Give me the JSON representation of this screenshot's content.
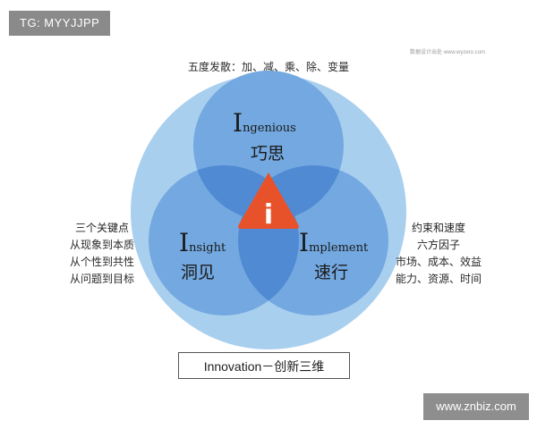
{
  "watermark_tag": "TG: MYYJJPP",
  "watermark_site": "www.znbiz.com",
  "source_credit": "数据设计出处 www.wyzero.com",
  "top_caption": "五度发散：加、减、乘、除、变量",
  "center_icon": {
    "letter": "i",
    "color": "#e8522b"
  },
  "circles": {
    "top": {
      "initial": "I",
      "rest": "ngenious",
      "chinese": "巧思"
    },
    "left": {
      "initial": "I",
      "rest": "nsight",
      "chinese": "洞见"
    },
    "right": {
      "initial": "I",
      "rest": "mplement",
      "chinese": "速行"
    }
  },
  "left_block": {
    "heading": "三个关键点",
    "lines": [
      "从现象到本质",
      "从个性到共性",
      "从问题到目标"
    ]
  },
  "right_block": {
    "heading": "约束和速度",
    "subheading": "六方因子",
    "lines": [
      "市场、成本、效益",
      "能力、资源、时间"
    ]
  },
  "bottom_label": "Innovation－创新三维",
  "colors": {
    "outer_circle": "#a9cfef",
    "inner_circle": "#73a8e0",
    "overlap": "#4f8ad3",
    "text": "#1a1a1a"
  }
}
